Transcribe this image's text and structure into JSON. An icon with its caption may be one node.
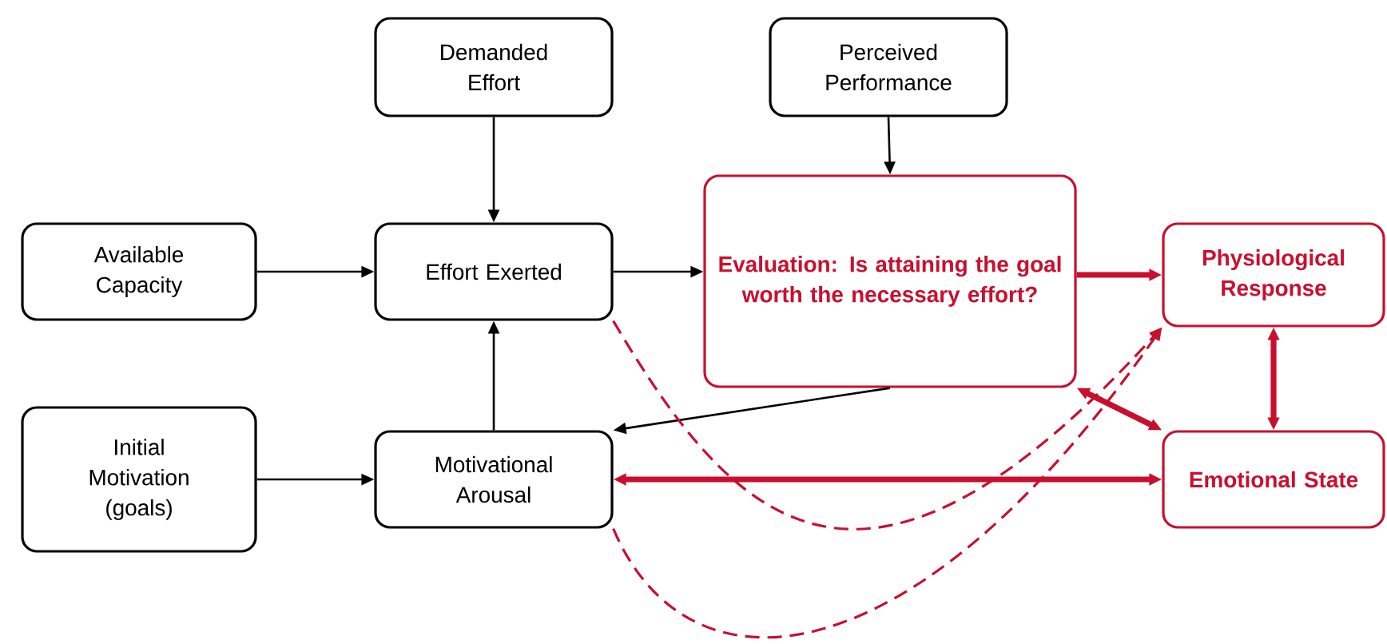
{
  "diagram": {
    "nodes": [
      {
        "text": [
          "Demanded Effort"
        ]
      },
      {
        "text": [
          "Perceived Performance"
        ]
      },
      {
        "text": [
          "Available Capacity"
        ]
      },
      {
        "text": [
          "Effort Exerted"
        ]
      },
      {
        "text": [
          "Evaluation: Is attaining the goal worth the necessary effort?"
        ]
      },
      {
        "text": [
          "Physiological Response"
        ]
      },
      {
        "text": [
          "Initial Motivation (goals)"
        ]
      },
      {
        "text": [
          "Motivational Arousal"
        ]
      },
      {
        "text": [
          "Emotional State"
        ]
      }
    ],
    "edges": [
      {
        "from": 0,
        "to": 3,
        "arrow": "to"
      },
      {
        "from": 1,
        "to": 4,
        "arrow": "to"
      },
      {
        "from": 2,
        "to": 3,
        "arrow": "to"
      },
      {
        "from": 3,
        "to": 4,
        "arrow": "to"
      },
      {
        "from": 7,
        "to": 3,
        "arrow": "to"
      },
      {
        "from": 6,
        "to": 7,
        "arrow": "to"
      },
      {
        "from": 4,
        "to": 7,
        "arrow": "to"
      },
      {
        "from": 4,
        "to": 5,
        "arrow": "to",
        "style": "thick",
        "color": "#c8102e"
      },
      {
        "from": 4,
        "to": 8,
        "arrow": "both",
        "style": "thick",
        "color": "#c8102e"
      },
      {
        "from": 5,
        "to": 8,
        "arrow": "both",
        "style": "thick",
        "color": "#c8102e"
      },
      {
        "from": 7,
        "to": 8,
        "arrow": "both",
        "style": "thick",
        "color": "#c8102e"
      },
      {
        "from": 3,
        "to": 5,
        "arrow": "to",
        "style": "dashed",
        "color": "#c8102e"
      },
      {
        "from": 7,
        "to": 5,
        "arrow": "to",
        "style": "dashed",
        "color": "#c8102e"
      }
    ]
  }
}
